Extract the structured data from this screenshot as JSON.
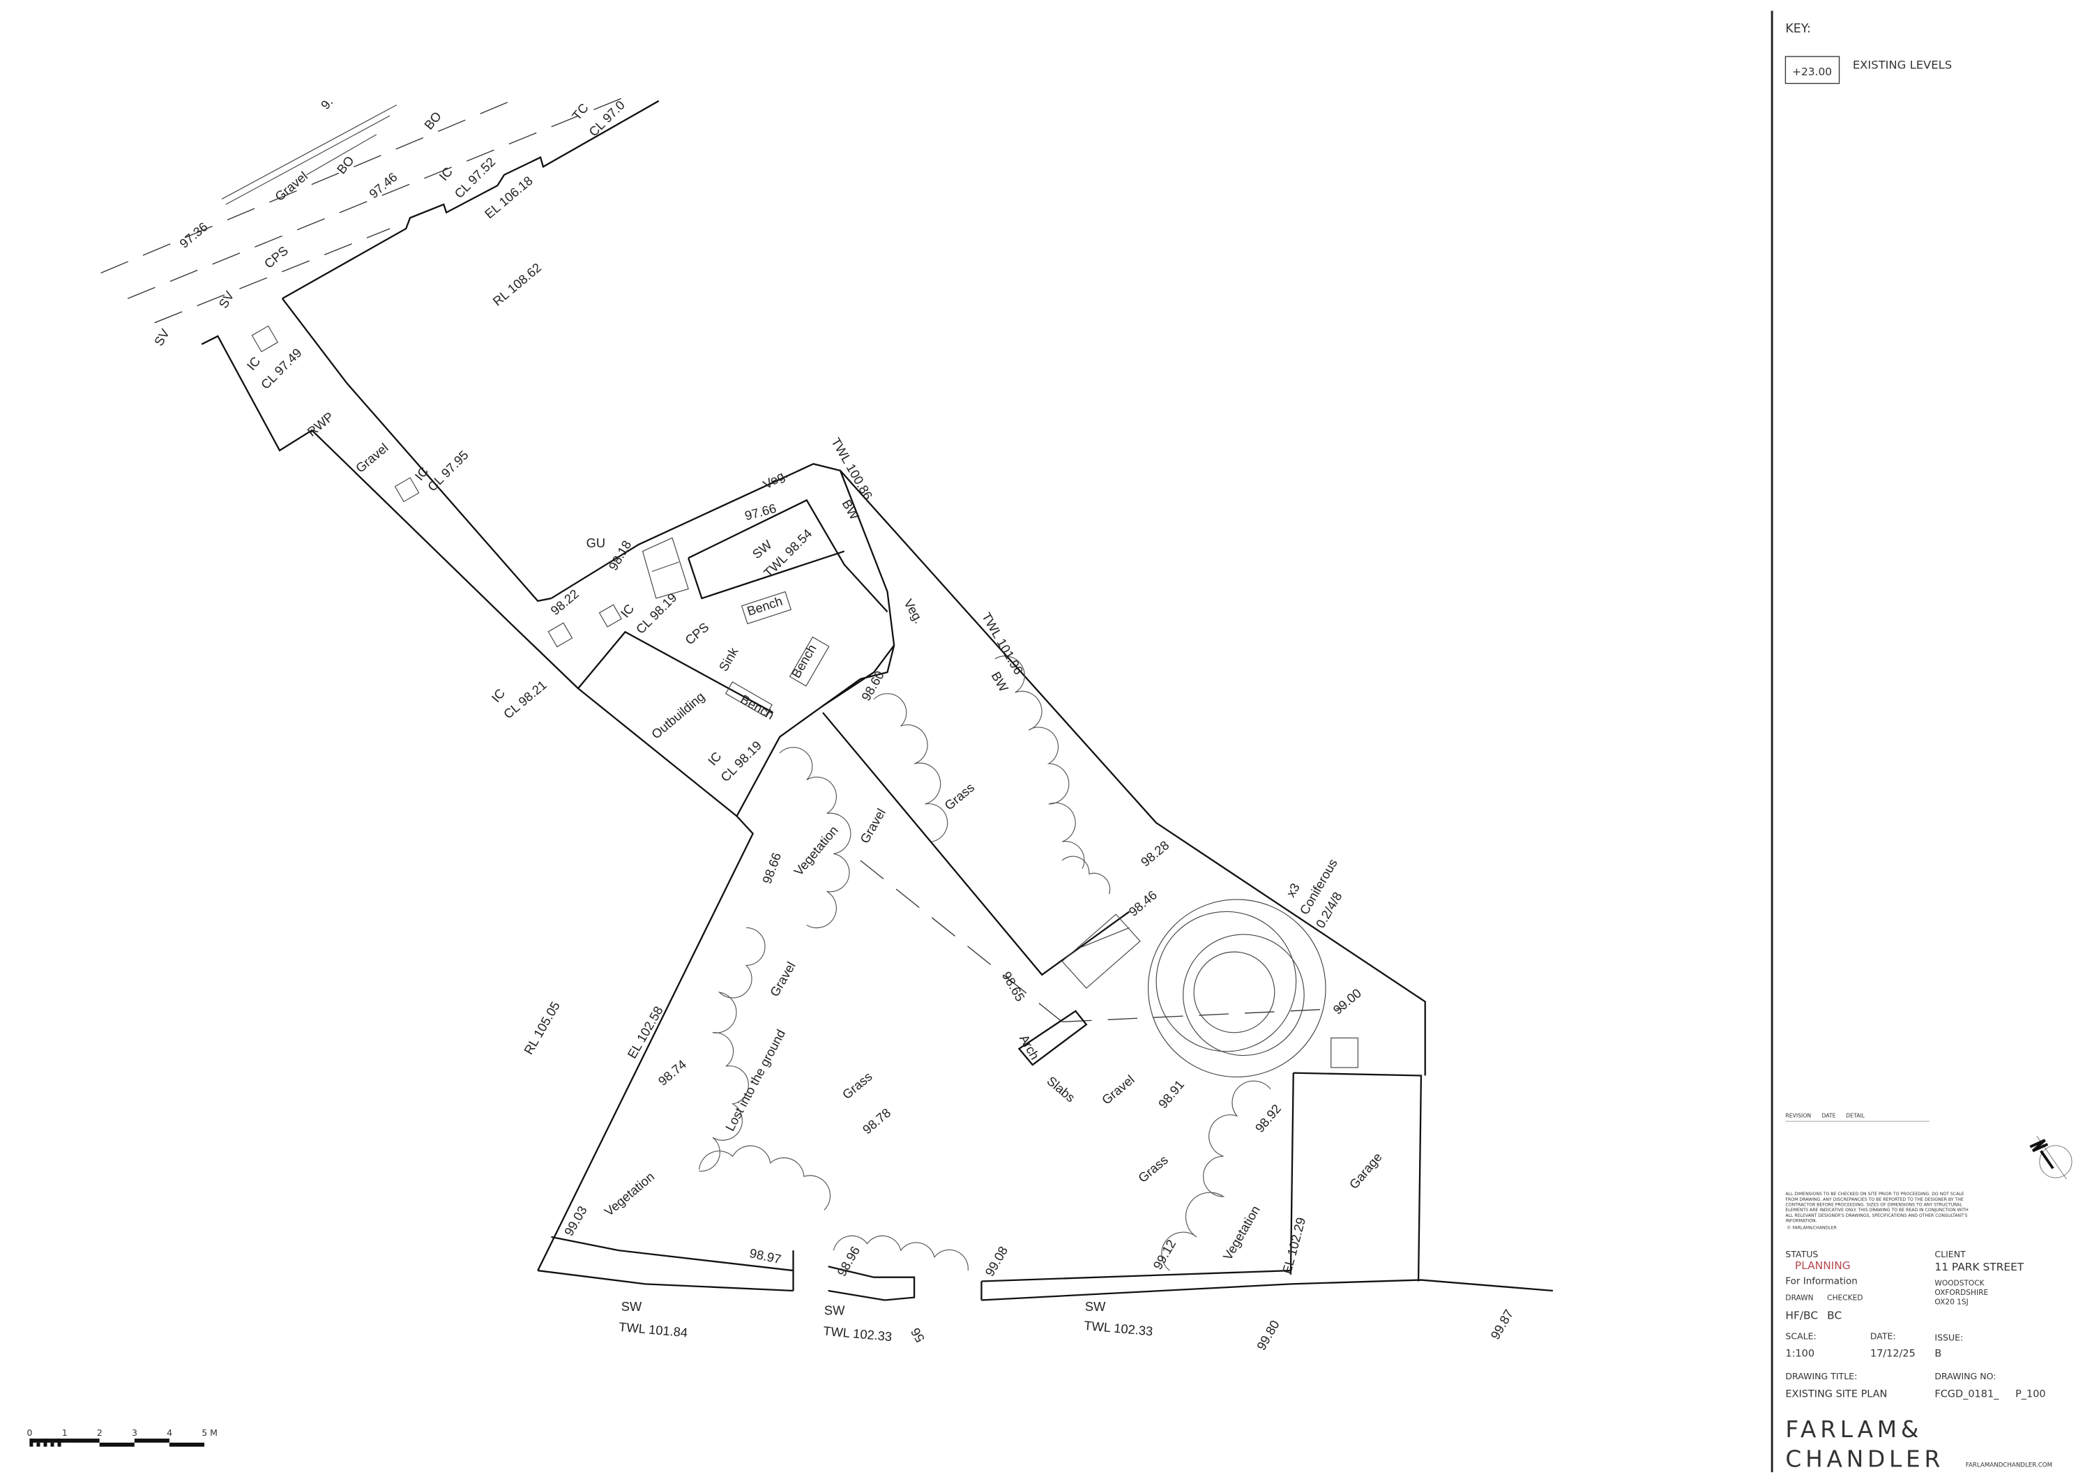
{
  "key": {
    "title": "KEY:",
    "sample_level": "+23.00",
    "sample_label": "EXISTING LEVELS"
  },
  "revision": {
    "col1": "REVISION",
    "col2": "DATE",
    "col3": "DETAIL"
  },
  "north_label": "N",
  "notes": [
    "ALL DIMENSIONS TO BE CHECKED ON SITE PRIOR TO PROCEEDING. DO NOT SCALE",
    "FROM DRAWING. ANY DISCREPANCIES TO BE REPORTED TO THE DESIGNER BY THE",
    "CONTRACTOR BEFORE PROCEEDING. SIZES OF DIMENSIONS TO ANY STRUCTURAL",
    "ELEMENTS ARE INDICATIVE ONLY.  THIS DRAWING TO BE READ IN CONJUNCTION WITH",
    "ALL RELEVANT DESIGNER'S DRAWINGS, SPECIFICATIONS AND OTHER CONSULTANT'S",
    "INFORMATION.",
    "© FARLAM&CHANDLER"
  ],
  "title_block": {
    "status_label": "STATUS",
    "status_value": "PLANNING",
    "status_note": "For Information",
    "drawn_label": "DRAWN",
    "checked_label": "CHECKED",
    "drawn_value": "HF/BC",
    "checked_value": "BC",
    "client_label": "CLIENT",
    "client_name": "11 PARK STREET",
    "client_address": [
      "WOODSTOCK",
      "OXFORDSHIRE",
      "OX20 1SJ"
    ],
    "scale_label": "SCALE:",
    "scale_value": "1:100",
    "date_label": "DATE:",
    "date_value": "17/12/25",
    "issue_label": "ISSUE:",
    "issue_value": "B",
    "drawing_title_label": "DRAWING TITLE:",
    "drawing_title": "EXISTING SITE PLAN",
    "drawing_no_label": "DRAWING NO:",
    "drawing_no": "FCGD_0181_",
    "drawing_no_suffix": "P_100",
    "logo_line1": "FARLAM&",
    "logo_line2": "CHANDLER",
    "website": "FARLAMANDCHANDLER.COM",
    "status_color": "#b5474f"
  },
  "scale_bar": {
    "ticks": [
      "0",
      "1",
      "2",
      "3",
      "4",
      "5 M"
    ]
  },
  "drawing": {
    "labels": [
      "97.36",
      "Gravel",
      "BO",
      "BO",
      "97.46",
      "IC",
      "CL 97.52",
      "EL 106.18",
      "TC",
      "CL 97.0",
      "9.",
      "CPS",
      "SV",
      "SV",
      "RL 108.62",
      "IC",
      "CL 97.49",
      "RWP",
      "Gravel",
      "IC",
      "CL 97.95",
      "GU",
      "98.18",
      "98.22",
      "IC",
      "CL 98.19",
      "CPS",
      "Bench",
      "Sink",
      "Bench",
      "Bench",
      "Outbuilding",
      "IC",
      "CL 98.19",
      "IC",
      "CL 98.21",
      "97.66",
      "Veg.",
      "SW",
      "TWL 98.54",
      "TWL 100.86",
      "BW",
      "Veg.",
      "TWL 101.96",
      "BW",
      "98.60",
      "Grass",
      "98.66",
      "Vegetation",
      "Gravel",
      "98.28",
      "98.46",
      "x3",
      "Coniferous",
      "0.2/4/8",
      "98.65",
      "99.00",
      "Arch",
      "Slabs",
      "Gravel",
      "98.91",
      "98.92",
      "RL 105.05",
      "EL 102.58",
      "98.74",
      "Gravel",
      "Lost into the ground",
      "Grass",
      "98.78",
      "Grass",
      "Garage",
      "Vegetation",
      "99.03",
      "98.97",
      "98.96",
      "99.08",
      "99.12",
      "Vegetation",
      "EL 102.29",
      "SW",
      "TWL 101.84",
      "SW",
      "TWL 102.33",
      "56",
      "SW",
      "TWL 102.33",
      "99.80",
      "99.87"
    ]
  }
}
